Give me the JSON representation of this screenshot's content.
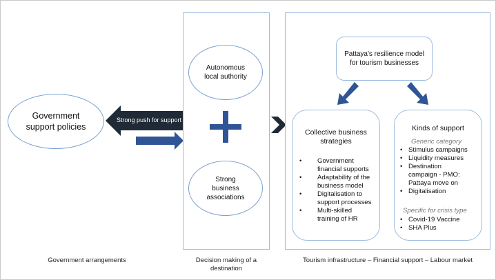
{
  "government_policies": {
    "line1": "Government",
    "line2": "support policies"
  },
  "push_arrow": {
    "label": "Strong push for support"
  },
  "decision": {
    "autonomous": {
      "line1": "Autonomous",
      "line2": "local authority"
    },
    "associations": {
      "line1": "Strong",
      "line2": "business",
      "line3": "associations"
    }
  },
  "resilience_model": {
    "line1": "Pattaya's resilience model",
    "line2": "for tourism businesses"
  },
  "collective": {
    "title_line1": "Collective business",
    "title_line2": "strategies",
    "bullet": "•",
    "items": [
      {
        "line1": "Government",
        "line2": "financial supports"
      },
      {
        "line1": "Adaptability of the",
        "line2": "business model"
      },
      {
        "line1": "Digitalisation to",
        "line2": "support processes"
      },
      {
        "line1": "Multi-skilled",
        "line2": "training of HR"
      }
    ]
  },
  "kinds": {
    "title": "Kinds of support",
    "generic_label": "Generic category",
    "bullet": "•",
    "generic_items": [
      {
        "line1": "Stimulus campaigns"
      },
      {
        "line1": "Liquidity measures"
      },
      {
        "line1": "Destination",
        "line2": "campaign - PMO:",
        "line3": "Pattaya move on"
      },
      {
        "line1": "Digitalisation"
      }
    ],
    "specific_label": "Specific for crisis type",
    "specific_items": [
      {
        "line1": "Covid-19 Vaccine"
      },
      {
        "line1": "SHA Plus"
      }
    ]
  },
  "captions": {
    "government": "Government arrangements",
    "decision_line1": "Decision making of a",
    "decision_line2": "destination",
    "tourism": "Tourism infrastructure – Financial support – Labour market"
  },
  "colors": {
    "dark_arrow": "#1f2a36",
    "blue_arrow": "#2f5597",
    "plus": "#2f5597",
    "ellipse_border": "#7a9fd2",
    "panel_border": "#9dbbe0"
  }
}
